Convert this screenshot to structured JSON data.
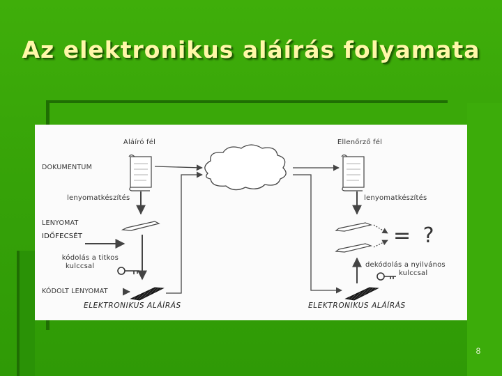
{
  "slide": {
    "title": "Az elektronikus aláírás folyamata",
    "page_number": "8"
  },
  "diagram": {
    "signer_header": "Aláíró fél",
    "verifier_header": "Ellenőrző fél",
    "document_label": "DOKUMENTUM",
    "hash_step_left": "lenyomatkészítés",
    "hash_step_right": "lenyomatkészítés",
    "digest_label": "LENYOMAT",
    "timestamp_label": "IDŐFECSÉT",
    "encrypt_line1": "kódolás a titkos",
    "encrypt_line2": "kulccsal",
    "encrypted_digest_label": "KÓDOLT LENYOMAT",
    "signature_left": "ELEKTRONIKUS ALÁÍRÁS",
    "signature_right": "ELEKTRONIKUS ALÁÍRÁS",
    "decode_line1": "dekódolás a nyilvános",
    "decode_line2": "kulccsal",
    "comparison_symbol": "= ?"
  },
  "colors": {
    "background": "#35a108",
    "title": "#fff7a8",
    "diagram_bg": "#fbfbfb"
  }
}
